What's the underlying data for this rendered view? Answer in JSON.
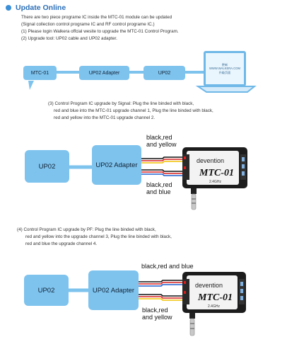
{
  "header": {
    "title": "Update Online"
  },
  "intro": {
    "lines": [
      "There are two piece programe IC inside the MTC-01 module can be updated",
      "(Signal collection control programe IC and RF control programe IC.)",
      "(1) Please login Walkera offcial wesite to upgrade the MTC-01 Control Program.",
      "(2) Upgrade tool: UP02 cable and UP02 adapter."
    ]
  },
  "diagram1": {
    "mtc": "MTC-01",
    "adapter": "UP02 Adapter",
    "up02": "UP02",
    "screen_lines": [
      "更新",
      "WWW.WALKERA.COM",
      "升级页面"
    ]
  },
  "section3": {
    "lines": [
      "(3) Control Program IC upgrade by Signal: Plug the line binded with black,",
      "red and blue into the MTC-01 upgrade channel 1, Plug the line binded with black,",
      "red and yellow into the MTC-01 upgrade channel 2."
    ]
  },
  "diagram2": {
    "up02": "UP02",
    "adapter": "UP02 Adapter",
    "label_top": [
      "black,red",
      "and yellow"
    ],
    "label_bottom": [
      "black,red",
      "and blue"
    ],
    "device_brand": "devention",
    "device_model": "MTC-01",
    "device_freq": "2.4GHz"
  },
  "section4": {
    "lines": [
      "(4) Control Program IC upgrade by PF: Plug the line binded with black,",
      "red and yellow into the upgrade channel 3, Plug the line binded with black,",
      "red and blue the upgrade channel 4."
    ]
  },
  "diagram3": {
    "up02": "UP02",
    "adapter": "UP02 Adapter",
    "label_top": "black,red and blue",
    "label_bottom": [
      "black,red",
      "and yellow"
    ],
    "device_brand": "devention",
    "device_model": "MTC-01",
    "device_freq": "2.4GHz"
  },
  "colors": {
    "accent": "#3a8fd6",
    "box": "#7ec3ee",
    "wire_black": "#111111",
    "wire_red": "#d81e1e",
    "wire_yellow": "#f2c200",
    "wire_blue": "#2060d0"
  }
}
